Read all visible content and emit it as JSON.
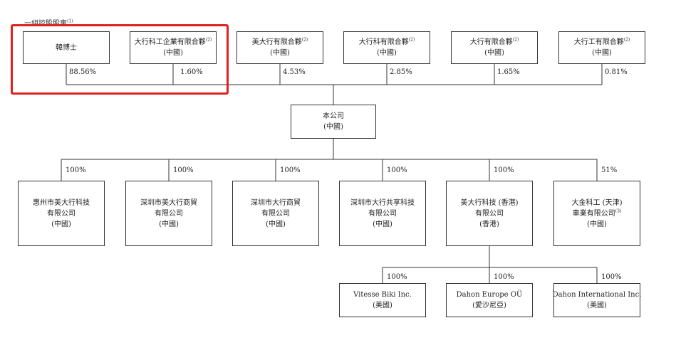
{
  "group_title": {
    "text": "一組控股股東",
    "note": "(1)"
  },
  "shareholders": [
    {
      "id": "s1",
      "lines": [
        "韓博士"
      ],
      "pct": "88.56%"
    },
    {
      "id": "s2",
      "lines": [
        "大行科工企業有限合夥",
        "(中國)"
      ],
      "note": "(2)",
      "pct": "1.60%"
    },
    {
      "id": "s3",
      "lines": [
        "美大行有限合夥",
        "(中國)"
      ],
      "note": "(2)",
      "pct": "4.53%"
    },
    {
      "id": "s4",
      "lines": [
        "大行科有限合夥",
        "(中國)"
      ],
      "note": "(2)",
      "pct": "2.85%"
    },
    {
      "id": "s5",
      "lines": [
        "大行有限合夥",
        "(中國)"
      ],
      "note": "(2)",
      "pct": "1.65%"
    },
    {
      "id": "s6",
      "lines": [
        "大行工有限合夥",
        "(中國)"
      ],
      "note": "(2)",
      "pct": "0.81%"
    }
  ],
  "company": {
    "lines": [
      "本公司",
      "(中國)"
    ]
  },
  "subsidiaries": [
    {
      "id": "c1",
      "lines": [
        "惠州市美大行科技",
        "有限公司",
        "(中國)"
      ],
      "pct": "100%"
    },
    {
      "id": "c2",
      "lines": [
        "深圳市美大行商貿",
        "有限公司",
        "(中國)"
      ],
      "pct": "100%"
    },
    {
      "id": "c3",
      "lines": [
        "深圳市大行商貿",
        "有限公司",
        "(中國)"
      ],
      "pct": "100%"
    },
    {
      "id": "c4",
      "lines": [
        "深圳市大行共享科技",
        "有限公司",
        "(中國)"
      ],
      "pct": "100%"
    },
    {
      "id": "c5",
      "lines": [
        "美大行科技 (香港)",
        "有限公司",
        "(香港)"
      ],
      "pct": "100%"
    },
    {
      "id": "c6",
      "lines": [
        "大金科工 (天津)",
        "車業有限公司",
        "(中國)"
      ],
      "note_line": 1,
      "note": "(3)",
      "pct": "51%"
    }
  ],
  "hk_subsidiaries": [
    {
      "id": "h1",
      "lines": [
        "Vitesse Biki Inc.",
        "(美國)"
      ],
      "pct": "100%"
    },
    {
      "id": "h2",
      "lines": [
        "Dahon Europe OÜ",
        "(愛沙尼亞)"
      ],
      "pct": "100%"
    },
    {
      "id": "h3",
      "lines": [
        "Dahon International Inc.",
        "(美國)"
      ],
      "pct": "100%"
    }
  ]
}
